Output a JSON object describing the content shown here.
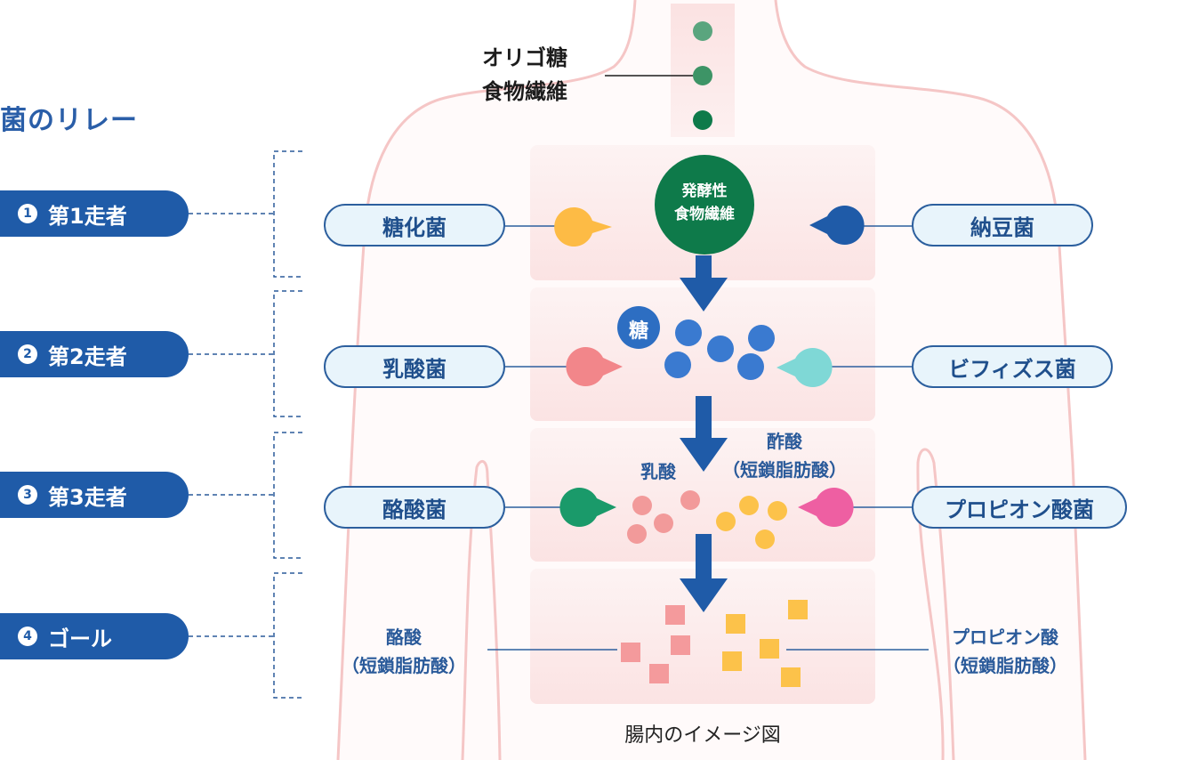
{
  "section_title": "菌のリレー",
  "runners": [
    {
      "num": "1",
      "label": "第1走者"
    },
    {
      "num": "2",
      "label": "第2走者"
    },
    {
      "num": "3",
      "label": "第3走者"
    },
    {
      "num": "4",
      "label": "ゴール"
    }
  ],
  "input_label": [
    "オリゴ糖",
    "食物繊維"
  ],
  "stage1": {
    "left": "糖化菌",
    "right": "納豆菌",
    "center": [
      "発酵性",
      "食物繊維"
    ]
  },
  "stage2": {
    "left": "乳酸菌",
    "right": "ビフィズス菌",
    "sugar": "糖"
  },
  "stage3": {
    "left": "酪酸菌",
    "right": "プロピオン酸菌",
    "lactic": "乳酸",
    "acetic": [
      "酢酸",
      "（短鎖脂肪酸）"
    ]
  },
  "stage4": {
    "left": [
      "酪酸",
      "（短鎖脂肪酸）"
    ],
    "right": [
      "プロピオン酸",
      "（短鎖脂肪酸）"
    ]
  },
  "caption": "腸内のイメージ図",
  "colors": {
    "navy": "#1f5ba8",
    "body_outline": "#f5c6c6",
    "band": "#fbe6e6",
    "green": "#0e7a4a",
    "blue_dot": "#3a7ad0",
    "pink_dot": "#f29a9a",
    "yellow_dot": "#fcc24a",
    "pacman_yellow": "#fdbb45",
    "pacman_navy": "#1f5ba8",
    "pacman_salmon": "#f2868a",
    "pacman_teal": "#7fd8d6",
    "pacman_green": "#1a9a6a",
    "pacman_pink": "#ee5fa2"
  }
}
